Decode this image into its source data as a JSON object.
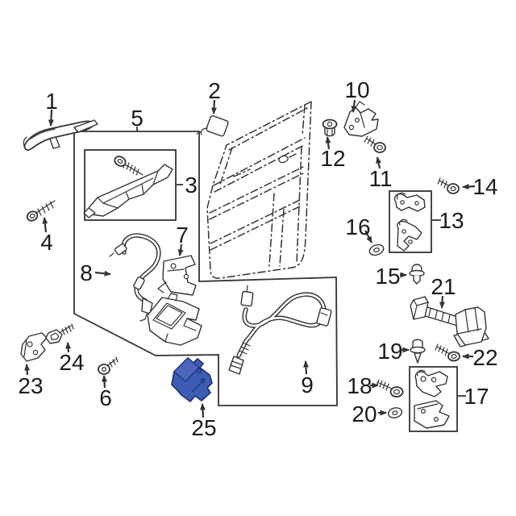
{
  "diagram": {
    "colors": {
      "background": "#ffffff",
      "line": "#333333",
      "label": "#1b1b1b",
      "highlight-fill": "#3d5cb4",
      "highlight-facet": "#4a66bb",
      "highlight-stroke": "#1e3272"
    },
    "callouts": {
      "c1": "1",
      "c2": "2",
      "c3": "3",
      "c4": "4",
      "c5": "5",
      "c6": "6",
      "c7": "7",
      "c8": "8",
      "c9": "9",
      "c10": "10",
      "c11": "11",
      "c12": "12",
      "c13": "13",
      "c14": "14",
      "c15": "15",
      "c16": "16",
      "c17": "17",
      "c18": "18",
      "c19": "19",
      "c20": "20",
      "c21": "21",
      "c22": "22",
      "c23": "23",
      "c24": "24",
      "c25": "25"
    }
  }
}
